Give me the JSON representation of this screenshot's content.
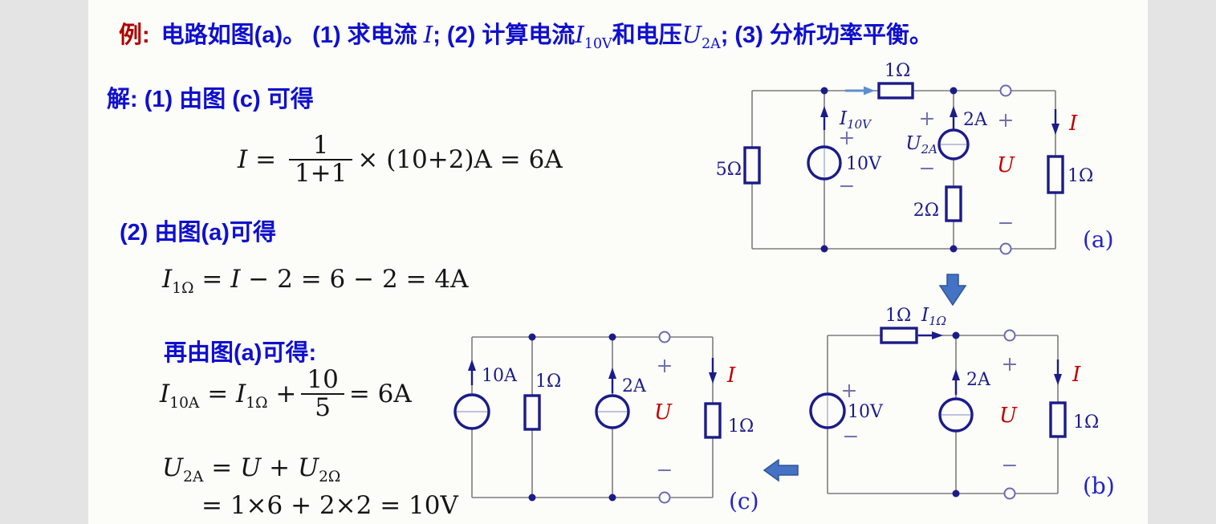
{
  "slide": {
    "title": {
      "tag": "例:",
      "t1": "电路如图(a)。 (1) 求电流 ",
      "iv": "I",
      "t2": ";  (2) 计算电流",
      "i10v_m": "I",
      "i10v_s": "10V",
      "t3": "和电压",
      "u2a_m": "U",
      "u2a_s": "2A",
      "t4": ";  (3) 分析功率平衡。"
    },
    "steps": {
      "s1": "解: (1) 由图 (c) 可得",
      "s2": "(2) 由图(a)可得",
      "s3": "再由图(a)可得:"
    },
    "eq1": {
      "v": "I",
      "eq": "=",
      "num": "1",
      "den": "1+1",
      "rest": "× (10+2)A = 6A"
    },
    "eq2": {
      "v1": "I",
      "s1": "1Ω",
      "eq": "= ",
      "v2": "I",
      "rest": " − 2 = 6 − 2 = 4A"
    },
    "eq3": {
      "v1": "I",
      "s1": "10A",
      "eq": "= ",
      "v2": "I",
      "s2": "1Ω",
      "plus": "+",
      "num": "10",
      "den": "5",
      "rest": "= 6A"
    },
    "eq4": {
      "v1": "U",
      "s1": "2A",
      "eq": "= ",
      "v2": "U",
      "plus": " + ",
      "v3": "U",
      "s3": "2Ω"
    },
    "eq5": "= 1×6 + 2×2 = 10V"
  },
  "circuit_a": {
    "fig": "(a)",
    "r_top": "1Ω",
    "r_left": "5Ω",
    "r_mid": "2Ω",
    "r_right": "1Ω",
    "v_src": "10V",
    "i_src": "2A",
    "i_branch_m": "I",
    "i_branch_s": "10V",
    "u_src_m": "U",
    "u_src_s": "2A",
    "u": "U",
    "i": "I",
    "plus": "+",
    "minus": "−"
  },
  "circuit_b": {
    "fig": "(b)",
    "r_top": "1Ω",
    "r_right": "1Ω",
    "i_top_m": "I",
    "i_top_s": "1Ω",
    "v_src": "10V",
    "i_src": "2A",
    "u": "U",
    "i": "I",
    "plus": "+",
    "minus": "−"
  },
  "circuit_c": {
    "fig": "(c)",
    "i_src1": "10A",
    "r1": "1Ω",
    "i_src2": "2A",
    "r_right": "1Ω",
    "u": "U",
    "i": "I",
    "plus": "+",
    "minus": "−"
  },
  "colors": {
    "title_blue": "#0f0fcf",
    "example_red": "#b00000",
    "circuit_navy": "#1b1b8a",
    "value_red": "#c00000",
    "figure_blue": "#2323cc",
    "block_arrow_blue": "#4472c4",
    "slide_bg": "#fcfcf8"
  }
}
